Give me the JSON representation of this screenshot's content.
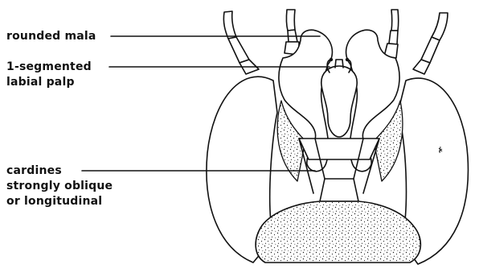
{
  "figure": {
    "labels": {
      "mala": [
        "rounded mala"
      ],
      "palp": [
        "1-segmented",
        "labial palp"
      ],
      "cardines": [
        "cardines",
        "strongly oblique",
        "or longitudinal"
      ]
    },
    "colors": {
      "ink": "#111111",
      "background": "#ffffff"
    }
  }
}
